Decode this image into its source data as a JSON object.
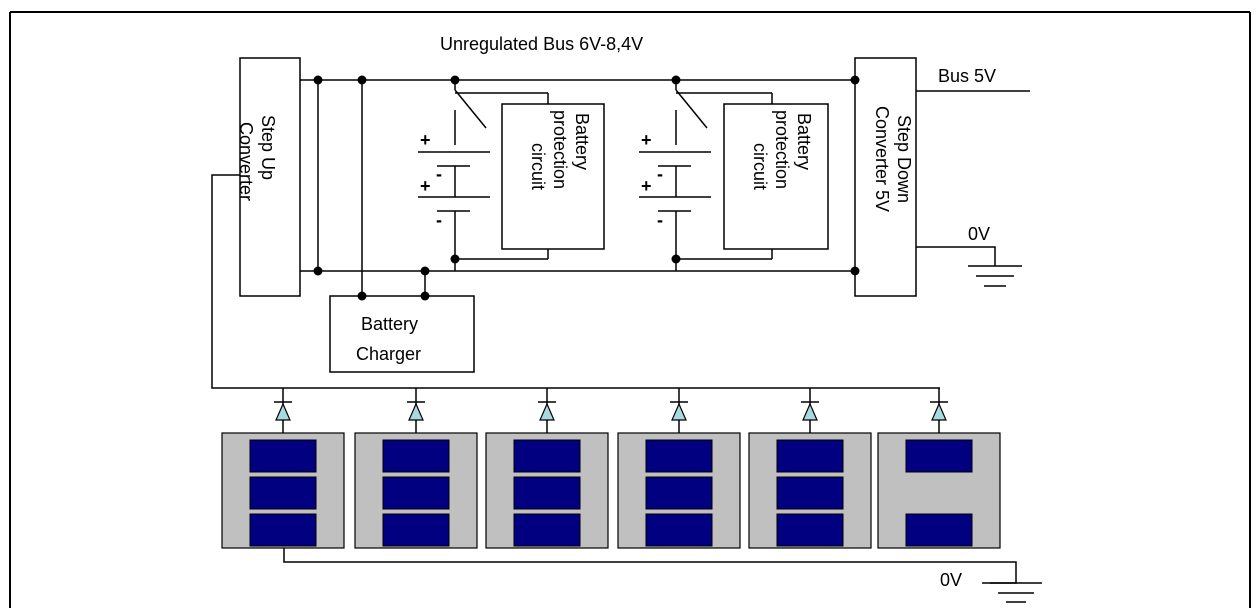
{
  "labels": {
    "bus_title": "Unregulated Bus 6V-8,4V",
    "bus5v": "Bus 5V",
    "zero_v_right": "0V",
    "zero_v_bottom": "0V",
    "step_up": [
      "Step Up",
      "Converter"
    ],
    "step_down": [
      "Step Down",
      "Converter 5V"
    ],
    "charger": [
      "Battery",
      "Charger"
    ],
    "protection_1": [
      "Battery",
      "protection",
      "circuit"
    ],
    "protection_2": [
      "Battery",
      "protection",
      "circuit"
    ],
    "plus": "+",
    "minus": "-"
  },
  "colors": {
    "wire": "#000000",
    "panel_bg": "#c0c0c0",
    "cell_fill": "#000080",
    "diode_fill": "#a8d8e0"
  },
  "solar_panels": [
    {
      "cells": 3
    },
    {
      "cells": 3
    },
    {
      "cells": 3
    },
    {
      "cells": 3
    },
    {
      "cells": 3
    },
    {
      "cells": 2
    }
  ]
}
